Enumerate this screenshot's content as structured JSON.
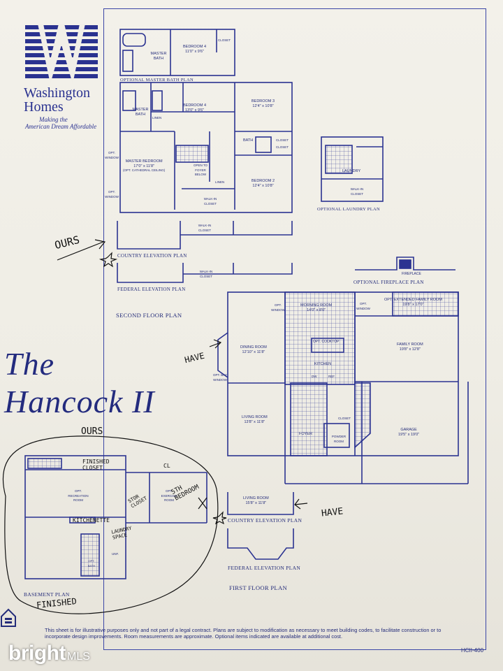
{
  "brand": {
    "name_line1": "Washington",
    "name_line2": "Homes",
    "tagline_line1": "Making the",
    "tagline_line2": "American Dream Affordable"
  },
  "model_title": {
    "line1": "The",
    "line2": "Hancock II"
  },
  "plans": {
    "optional_master_bath": "OPTIONAL MASTER BATH PLAN",
    "optional_laundry": "OPTIONAL LAUNDRY PLAN",
    "second_floor_country_elevation": "COUNTRY ELEVATION PLAN",
    "second_floor_federal_elevation": "FEDERAL ELEVATION PLAN",
    "second_floor": "SECOND FLOOR PLAN",
    "optional_fireplace": "OPTIONAL FIREPLACE PLAN",
    "first_floor_country_elevation": "COUNTRY ELEVATION PLAN",
    "first_floor_federal_elevation": "FEDERAL ELEVATION PLAN",
    "first_floor": "FIRST FLOOR PLAN",
    "basement": "BASEMENT PLAN"
  },
  "rooms": {
    "bedroom4_alt": {
      "name": "BEDROOM 4",
      "size": "11'0\" x 9'6\""
    },
    "master_bath_alt": "MASTER BATH",
    "closet": "CLOSET",
    "master_bath": "MASTER BATH",
    "bedroom4": {
      "name": "BEDROOM 4",
      "size": "13'0\" x 9'6\""
    },
    "bedroom3": {
      "name": "BEDROOM 3",
      "size": "12'4\" x 10'8\""
    },
    "linen": "LINEN",
    "bath": "BATH",
    "opt_window": "OPT. WINDOW",
    "master_bedroom": {
      "name": "MASTER BEDROOM",
      "size": "17'0\" x 11'8\"",
      "note": "(OPT. CATHEDRAL CEILING)"
    },
    "open_to_foyer": "OPEN TO FOYER BELOW",
    "bedroom2": {
      "name": "BEDROOM 2",
      "size": "12'4\" x 10'8\""
    },
    "walk_in_closet": "WALK-IN CLOSET",
    "laundry": "LAUNDRY",
    "fireplace": "FIREPLACE",
    "morning_room": {
      "name": "MORNING ROOM",
      "size": "14'0\" x 8'0\""
    },
    "opt_extended_family_room": {
      "name": "OPT. EXTENDED FAMILY ROOM",
      "size": "19'8\" x 17'0\""
    },
    "dining_room": {
      "name": "DINING ROOM",
      "size": "12'10\" x 11'8\""
    },
    "opt_cooktop": "OPT. COOKTOP",
    "family_room": {
      "name": "FAMILY ROOM",
      "size": "19'8\" x 12'8\""
    },
    "kitchen": "KITCHEN",
    "dw": "DW",
    "ref": "REF",
    "opt_bay_window": "OPT. BAY WINDOW",
    "living_room": {
      "name": "LIVING ROOM",
      "size": "13'8\" x 11'8\""
    },
    "garage": {
      "name": "GARAGE",
      "size": "19'5\" x 19'0\""
    },
    "foyer": "FOYER",
    "powder_room": "POWDER ROOM",
    "living_room_elev": {
      "name": "LIVING ROOM",
      "size": "15'8\" x 11'8\""
    },
    "opt_recreation_room": "OPT. RECREATION ROOM",
    "opt_bath": "OPT. BATH",
    "opt_exercise_room": "OPT. EXERCISE ROOM",
    "unfinished": "UNF."
  },
  "handwritten": {
    "ours_top": "OURS",
    "ours_basement": "OURS",
    "have_bay": "HAVE",
    "have_living": "HAVE",
    "finished_closet": "FINISHED CLOSET",
    "cl": "CL",
    "fifth_bedroom": "5TH BEDROOM",
    "storage_closet": "STOR CLOSET",
    "kitchenette": "KITCHENETTE",
    "laundry_space": "LAUNDRY SPACE",
    "basement_finished": "FINISHED"
  },
  "disclaimer": "This sheet is for illustrative purposes only and not part of a legal contract. Plans are subject to modification as necessary to meet building codes, to facilitate construction or to incorporate design improvements. Room measurements are approximate. Optional items indicated are available at additional cost.",
  "sheet_code": "HCII-400",
  "watermark": {
    "brand": "bright",
    "suffix": "MLS"
  },
  "colors": {
    "ink": "#242c7a",
    "paper": "#f1efe8",
    "pencil": "#111111"
  }
}
